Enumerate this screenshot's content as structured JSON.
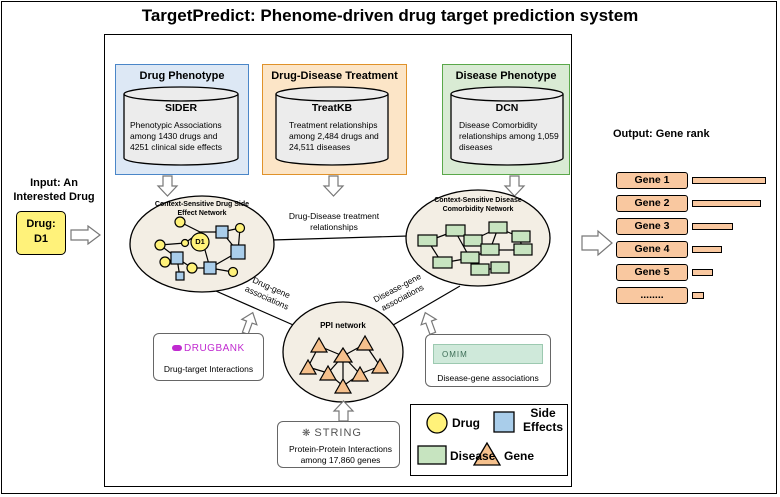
{
  "title": "TargetPredict: Phenome-driven drug target prediction system",
  "input": {
    "label": "Input: An Interested Drug",
    "drug_box": "Drug:\nD1"
  },
  "output": {
    "label": "Output: Gene rank",
    "genes": [
      "Gene 1",
      "Gene 2",
      "Gene 3",
      "Gene 4",
      "Gene 5",
      "........"
    ],
    "scores": [
      1.0,
      0.93,
      0.56,
      0.41,
      0.29,
      0.16
    ]
  },
  "sources": {
    "drug_phenotype": {
      "title": "Drug Phenotype",
      "db": "SIDER",
      "desc": "Phenotypic Associations among 1430 drugs and 4251 clinical side effects",
      "color": "#4a86c8"
    },
    "treatment": {
      "title": "Drug-Disease Treatment",
      "db": "TreatKB",
      "desc": "Treatment relationships among 2,484 drugs and 24,511 diseases",
      "color": "#e0922a"
    },
    "disease_phenotype": {
      "title": "Disease Phenotype",
      "db": "DCN",
      "desc": "Disease Comorbidity relationships among 1,059 diseases",
      "color": "#5aa84a"
    }
  },
  "networks": {
    "drug": {
      "title": "Context-Sensitive Drug Side Effect Network",
      "node_label": "D1"
    },
    "disease": {
      "title": "Context-Sensitive Disease Comorbidity Network"
    },
    "ppi": {
      "title": "PPI network"
    }
  },
  "edges": {
    "drug_disease": "Drug-Disease treatment relationships",
    "drug_gene": "Drug-gene associations",
    "disease_gene": "Disease-gene associations"
  },
  "external": {
    "drugbank": {
      "logo": "DRUGBANK",
      "desc": "Drug-target Interactions"
    },
    "omim": {
      "logo": "OMIM",
      "desc": "Disease-gene associations"
    },
    "string": {
      "logo": "STRING",
      "desc": "Protein-Protein Interactions among 17,860 genes"
    }
  },
  "legend": {
    "drug": "Drug",
    "side_effects": "Side Effects",
    "disease": "Disease",
    "gene": "Gene"
  },
  "colors": {
    "drug": "#fff27a",
    "side_effect": "#a9cdea",
    "disease": "#c7e4c0",
    "gene": "#f5c08c",
    "gene_bar": "#f9c8a0",
    "network_bg": "#f3eee4"
  }
}
